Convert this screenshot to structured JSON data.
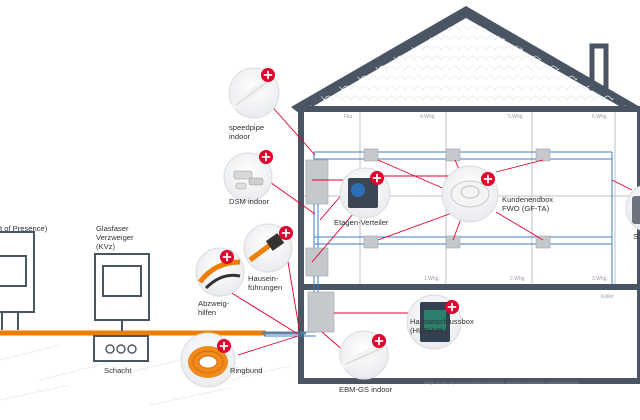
{
  "labels": {
    "pop": "t of Presence)",
    "kvz": "Glasfaser\nVerzweiger\n(KVz)",
    "schacht": "Schacht",
    "speedpipe": "speedpipe\nindoor",
    "dsm": "DSM indoor",
    "abzweig": "Abzweig-\nhilfen",
    "hauseinf": "Hausein-\nführungen",
    "ringbund": "Ringbund",
    "etagen": "Etagen-Verteiler",
    "kundenendbox": "Kundenendbox\nFWO (GF-TA)",
    "hausanschluss": "Hausanschlussbox\n(HÜP/APL)",
    "ebm": "EBM-GS indoor",
    "s_cut": "S"
  },
  "floors": {
    "flur": "Flur",
    "whg4": "4.Whg.",
    "whg5": "5.Whg.",
    "whg6": "6.Whg.",
    "whg1": "1.Whg.",
    "whg2": "2.Whg.",
    "whg3": "3.Whg.",
    "keller": "Keller"
  },
  "source_note": "Image source: https://www.schacht-brandschutz.de/schnell-brandschutz-installationsschacht",
  "colors": {
    "accent_red": "#e2002d",
    "house_dark": "#4a5563",
    "cable_orange": "#ef7d00",
    "pipe_blue": "#3c7dc4"
  },
  "icons": {
    "plus": "plus-badge-icon"
  }
}
